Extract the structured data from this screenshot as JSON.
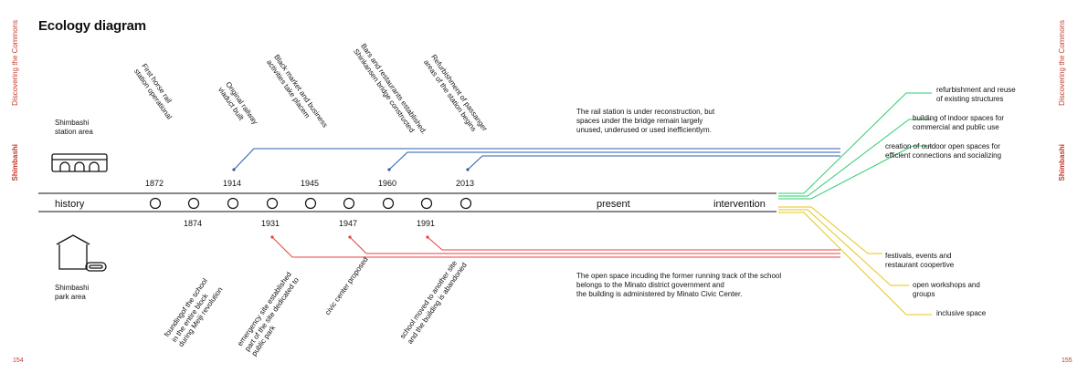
{
  "title": "Ecology diagram",
  "side_label": "Discovering the Commons",
  "side_section": "Shimbashi",
  "page_left": "154",
  "page_right": "155",
  "station_area_label": [
    "Shimbashi",
    "station area"
  ],
  "park_area_label": [
    "Shimbashi",
    "park area"
  ],
  "timeline": {
    "history_label": "history",
    "present_label": "present",
    "intervention_label": "intervention",
    "years_top": [
      "1872",
      "1914",
      "1945",
      "1960",
      "2013"
    ],
    "years_bottom": [
      "1874",
      "1931",
      "1947",
      "1991"
    ]
  },
  "station_events": [
    [
      "First horse rail",
      "station operational"
    ],
    [
      "Original railway",
      "viaduct built"
    ],
    [
      "Black market and business",
      "activities take placem"
    ],
    [
      "Bars and restaurants established.",
      "Shinkansen bridge constructed"
    ],
    [
      "Refurbishment of passanger",
      "areas of the station begins"
    ]
  ],
  "park_events": [
    [
      "foundingof the school",
      "in the entire block",
      "during Meiji revolution"
    ],
    [
      "emergency site established",
      "part of the site dedicated to",
      "public park"
    ],
    [
      "civic center proposed"
    ],
    [
      "school moved to another site",
      "and the building is abandoned"
    ]
  ],
  "station_note": [
    "The rail station is under reconstruction, but",
    "spaces under the bridge remain largely",
    "unused, underused or used inefficientlym."
  ],
  "park_note": [
    "The open space incuding the former running track of the school",
    "belongs to the Minato district government and",
    "the building is administered by Minato Civic Center."
  ],
  "station_outcomes": [
    [
      "refurbishment and reuse",
      "of existing structures"
    ],
    [
      "building of indoor spaces for",
      "commercial and public use"
    ],
    [
      "creation of outdoor open spaces for",
      "efficient connections and socializing"
    ]
  ],
  "park_outcomes": [
    [
      "festivals, events and",
      "restaurant coopertive"
    ],
    [
      "open workshops and",
      "groups"
    ],
    [
      "inclusive space"
    ]
  ],
  "colors": {
    "accent_red": "#c0392b",
    "station_blue": "#2a5db0",
    "park_red": "#e8413c",
    "green": "#2ecc71",
    "yellow": "#e6c619"
  }
}
